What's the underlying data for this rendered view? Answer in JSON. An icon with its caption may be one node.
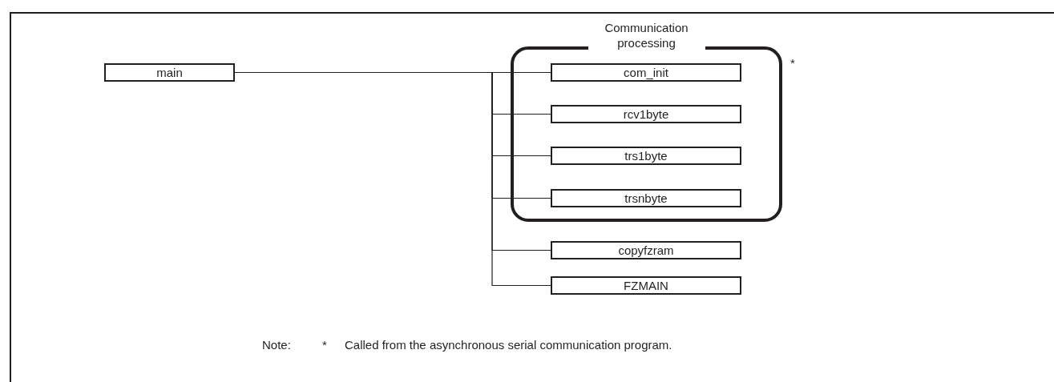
{
  "diagram": {
    "nodes": [
      {
        "text": [
          "main"
        ]
      },
      {
        "text": [
          "Communication processing"
        ],
        "beside": [
          "*"
        ]
      },
      {
        "text": [
          "com_init"
        ],
        "in": 1
      },
      {
        "text": [
          "rcv1byte"
        ],
        "in": 1
      },
      {
        "text": [
          "trs1byte"
        ],
        "in": 1
      },
      {
        "text": [
          "trsnbyte"
        ],
        "in": 1
      },
      {
        "text": [
          "copyfzram"
        ]
      },
      {
        "text": [
          "FZMAIN"
        ]
      }
    ],
    "edges": [
      {
        "from": 0,
        "to": 2,
        "arrow": "none"
      },
      {
        "from": 0,
        "to": 3,
        "arrow": "none"
      },
      {
        "from": 0,
        "to": 4,
        "arrow": "none"
      },
      {
        "from": 0,
        "to": 5,
        "arrow": "none"
      },
      {
        "from": 0,
        "to": 6,
        "arrow": "none"
      },
      {
        "from": 0,
        "to": 7,
        "arrow": "none"
      }
    ],
    "labels": [
      "Note:",
      "*",
      "Called from the asynchronous serial communication program."
    ]
  }
}
